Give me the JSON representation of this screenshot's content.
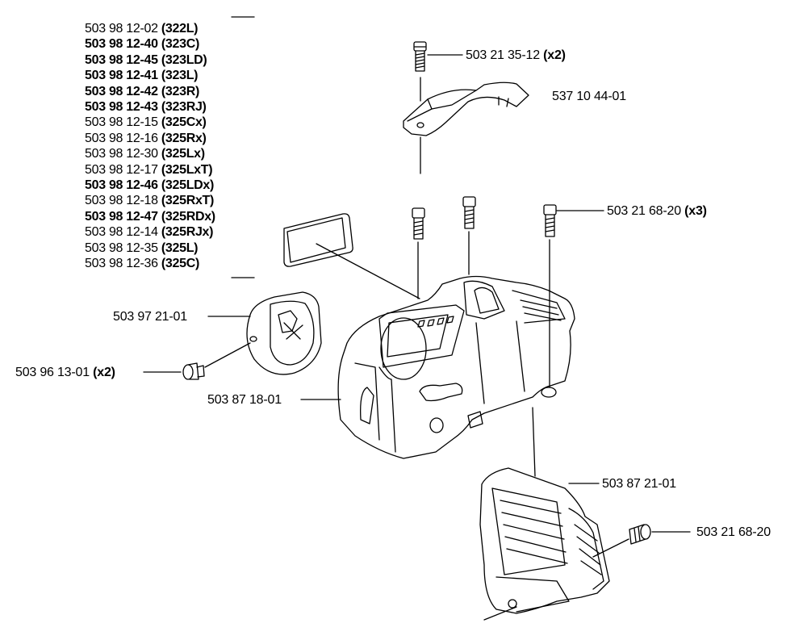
{
  "models": [
    {
      "part": "503 98 12-02",
      "model": "(322L)",
      "part_bold": false
    },
    {
      "part": "503 98 12-40",
      "model": "(323C)",
      "part_bold": true
    },
    {
      "part": "503 98 12-45",
      "model": "(323LD)",
      "part_bold": true
    },
    {
      "part": "503 98 12-41",
      "model": "(323L)",
      "part_bold": true
    },
    {
      "part": "503 98 12-42",
      "model": "(323R)",
      "part_bold": true
    },
    {
      "part": "503 98 12-43",
      "model": "(323RJ)",
      "part_bold": true
    },
    {
      "part": "503 98 12-15",
      "model": "(325Cx)",
      "part_bold": false
    },
    {
      "part": "503 98 12-16",
      "model": "(325Rx)",
      "part_bold": false
    },
    {
      "part": "503 98 12-30",
      "model": "(325Lx)",
      "part_bold": false
    },
    {
      "part": "503 98 12-17",
      "model": "(325LxT)",
      "part_bold": false
    },
    {
      "part": "503 98 12-46",
      "model": "(325LDx)",
      "part_bold": true
    },
    {
      "part": "503 98 12-18",
      "model": "(325RxT)",
      "part_bold": false
    },
    {
      "part": "503 98 12-47",
      "model": "(325RDx)",
      "part_bold": true
    },
    {
      "part": "503 98 12-14",
      "model": "(325RJx)",
      "part_bold": false
    },
    {
      "part": "503 98 12-35",
      "model": "(325L)",
      "part_bold": false
    },
    {
      "part": "503 98 12-36",
      "model": "(325C)",
      "part_bold": false
    }
  ],
  "callouts": {
    "top_screw": {
      "part": "503 21 35-12",
      "qty": "(x2)"
    },
    "top_bracket": {
      "part": "537 10 44-01"
    },
    "cover_screws": {
      "part": "503 21 68-20",
      "qty": "(x3)"
    },
    "air_cover": {
      "part": "503 97 21-01"
    },
    "air_screw": {
      "part": "503 96 13-01",
      "qty": "(x2)"
    },
    "engine_cover": {
      "part": "503 87 18-01"
    },
    "cylinder_cover": {
      "part": "503 87 21-01"
    },
    "side_screw": {
      "part": "503 21 68-20"
    }
  }
}
